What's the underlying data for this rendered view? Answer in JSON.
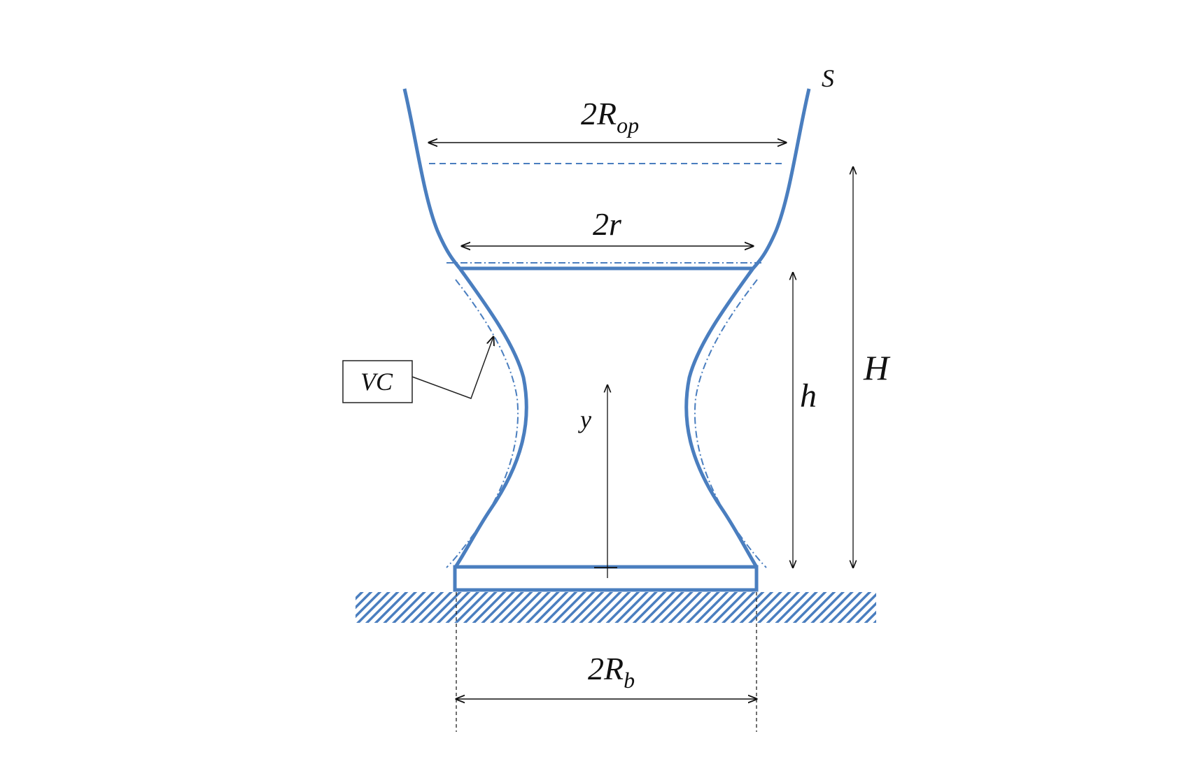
{
  "labels": {
    "surface": "S",
    "opening_diameter": "2R",
    "opening_diameter_sub": "op",
    "neck_diameter": "2r",
    "base_diameter": "2R",
    "base_diameter_sub": "b",
    "neck_height": "h",
    "total_height": "H",
    "axis": "y",
    "callout": "VC"
  },
  "colors": {
    "profile": "#4a7ebf",
    "dimension": "#111111",
    "hatch": "#4a7ebf"
  }
}
